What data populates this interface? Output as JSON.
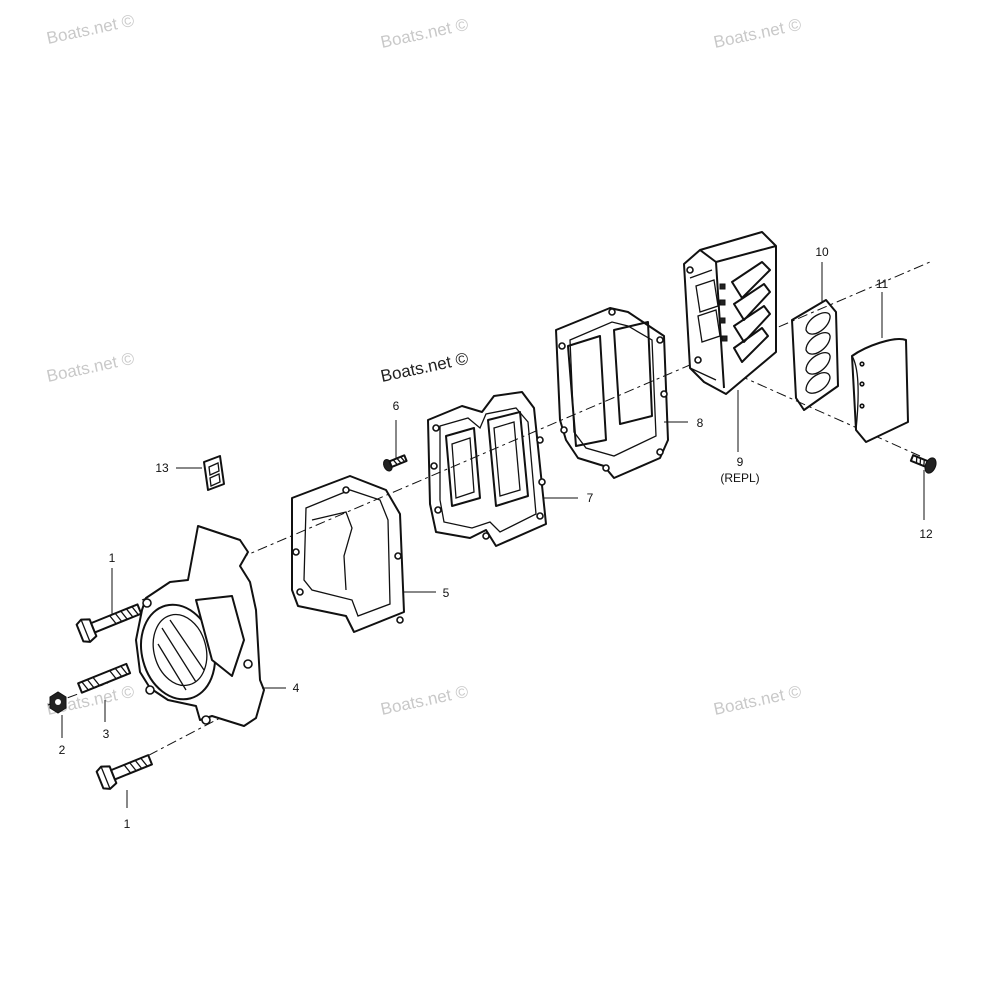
{
  "watermark": {
    "text": "Boats.net ©",
    "color": "#c9c9c9"
  },
  "callouts": {
    "c1_top": "1",
    "c1_bottom": "1",
    "c2": "2",
    "c3": "3",
    "c4": "4",
    "c5": "5",
    "c6": "6",
    "c7": "7",
    "c8": "8",
    "c9": "9",
    "c9_note": "(REPL)",
    "c10": "10",
    "c11": "11",
    "c12": "12",
    "c13": "13"
  },
  "parts": [
    {
      "id": "1",
      "icon": "bolt-icon"
    },
    {
      "id": "2",
      "icon": "nut-icon"
    },
    {
      "id": "3",
      "icon": "stud-icon"
    },
    {
      "id": "4",
      "icon": "intake-adapter-icon"
    },
    {
      "id": "5",
      "icon": "gasket-icon"
    },
    {
      "id": "6",
      "icon": "screw-icon"
    },
    {
      "id": "7",
      "icon": "reed-plate-gasket-icon"
    },
    {
      "id": "8",
      "icon": "gasket-icon"
    },
    {
      "id": "9",
      "icon": "reed-block-icon"
    },
    {
      "id": "10",
      "icon": "reed-petal-icon"
    },
    {
      "id": "11",
      "icon": "reed-stop-icon"
    },
    {
      "id": "12",
      "icon": "screw-icon"
    },
    {
      "id": "13",
      "icon": "clip-icon"
    }
  ]
}
